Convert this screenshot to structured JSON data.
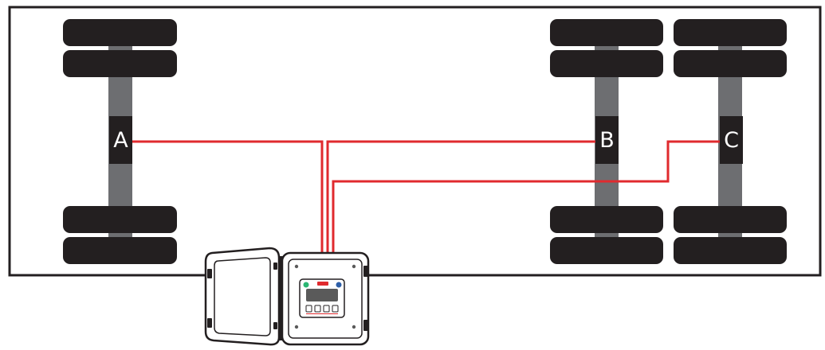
{
  "colors": {
    "trailer_outline": "#231f20",
    "tire": "#231f20",
    "tire_highlight": "#4a4a4a",
    "axle": "#6d6e71",
    "label_box": "#231f20",
    "label_text": "#ffffff",
    "wire": "#e02a2e",
    "enclosure_body": "#ffffff",
    "enclosure_outline": "#231f20",
    "display_screen": "#5a5a5a",
    "indicator_green": "#2bb673",
    "indicator_blue": "#2e5fa8",
    "logo_red": "#e02a2e"
  },
  "axles": [
    {
      "label": "A"
    },
    {
      "label": "B"
    },
    {
      "label": "C"
    }
  ],
  "controller": {
    "icon": "wall-mount-scale-indicator-icon",
    "door_state": "open"
  }
}
